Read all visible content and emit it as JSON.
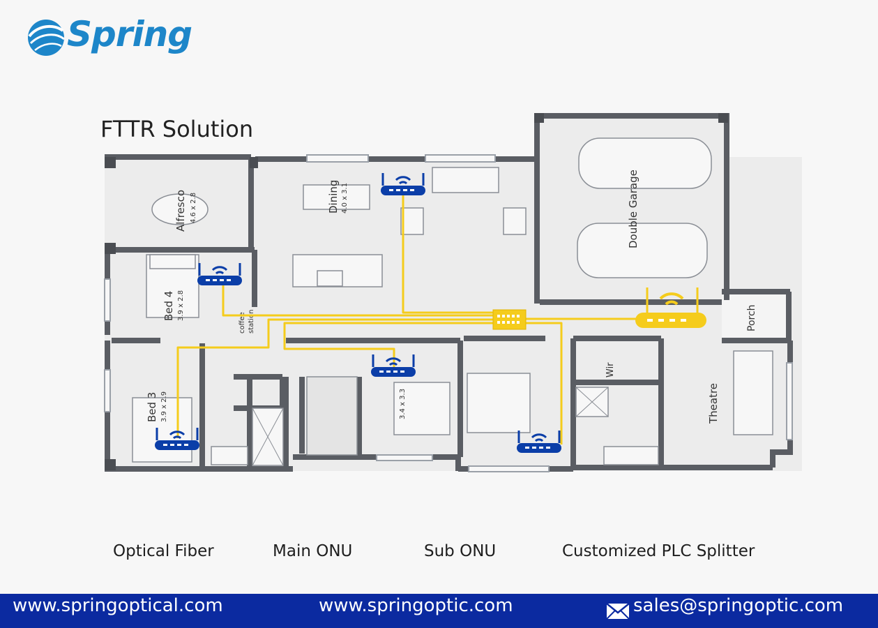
{
  "brand": {
    "name": "Spring",
    "color": "#1d86c9",
    "icon": "swirl-logo-icon"
  },
  "title": "FTTR Solution",
  "rooms": {
    "alfresco": {
      "name": "Alfresco",
      "size": "4.6 x 2.8"
    },
    "dining": {
      "name": "Dining",
      "size": "4.0 x 3.1"
    },
    "garage": {
      "name": "Double Garage"
    },
    "bed4": {
      "name": "Bed 4",
      "size": "3.9 x 2.8"
    },
    "coffee": {
      "line1": "coffee",
      "line2": "station"
    },
    "porch": {
      "name": "Porch"
    },
    "bed3": {
      "name": "Bed 3",
      "size": "3.9 x 2.9"
    },
    "master": {
      "size": "3.4 x 3.3"
    },
    "wir": {
      "name": "Wir"
    },
    "theatre": {
      "name": "Theatre"
    }
  },
  "legend": {
    "fiber": {
      "label": "Optical Fiber",
      "color": "#f5cc1c"
    },
    "main_onu": {
      "label": "Main ONU",
      "color": "#f5cc1c",
      "icon": "main-onu-icon"
    },
    "sub_onu": {
      "label": "Sub ONU",
      "color": "#0b3ea8",
      "icon": "sub-onu-icon"
    },
    "splitter": {
      "label": "Customized PLC Splitter",
      "color": "#f5cc1c",
      "icon": "plc-splitter-icon"
    }
  },
  "footer": {
    "site1": "www.springoptical.com",
    "site2": "www.springoptic.com",
    "email": "sales@springoptic.com",
    "background": "#0b2aa0"
  }
}
